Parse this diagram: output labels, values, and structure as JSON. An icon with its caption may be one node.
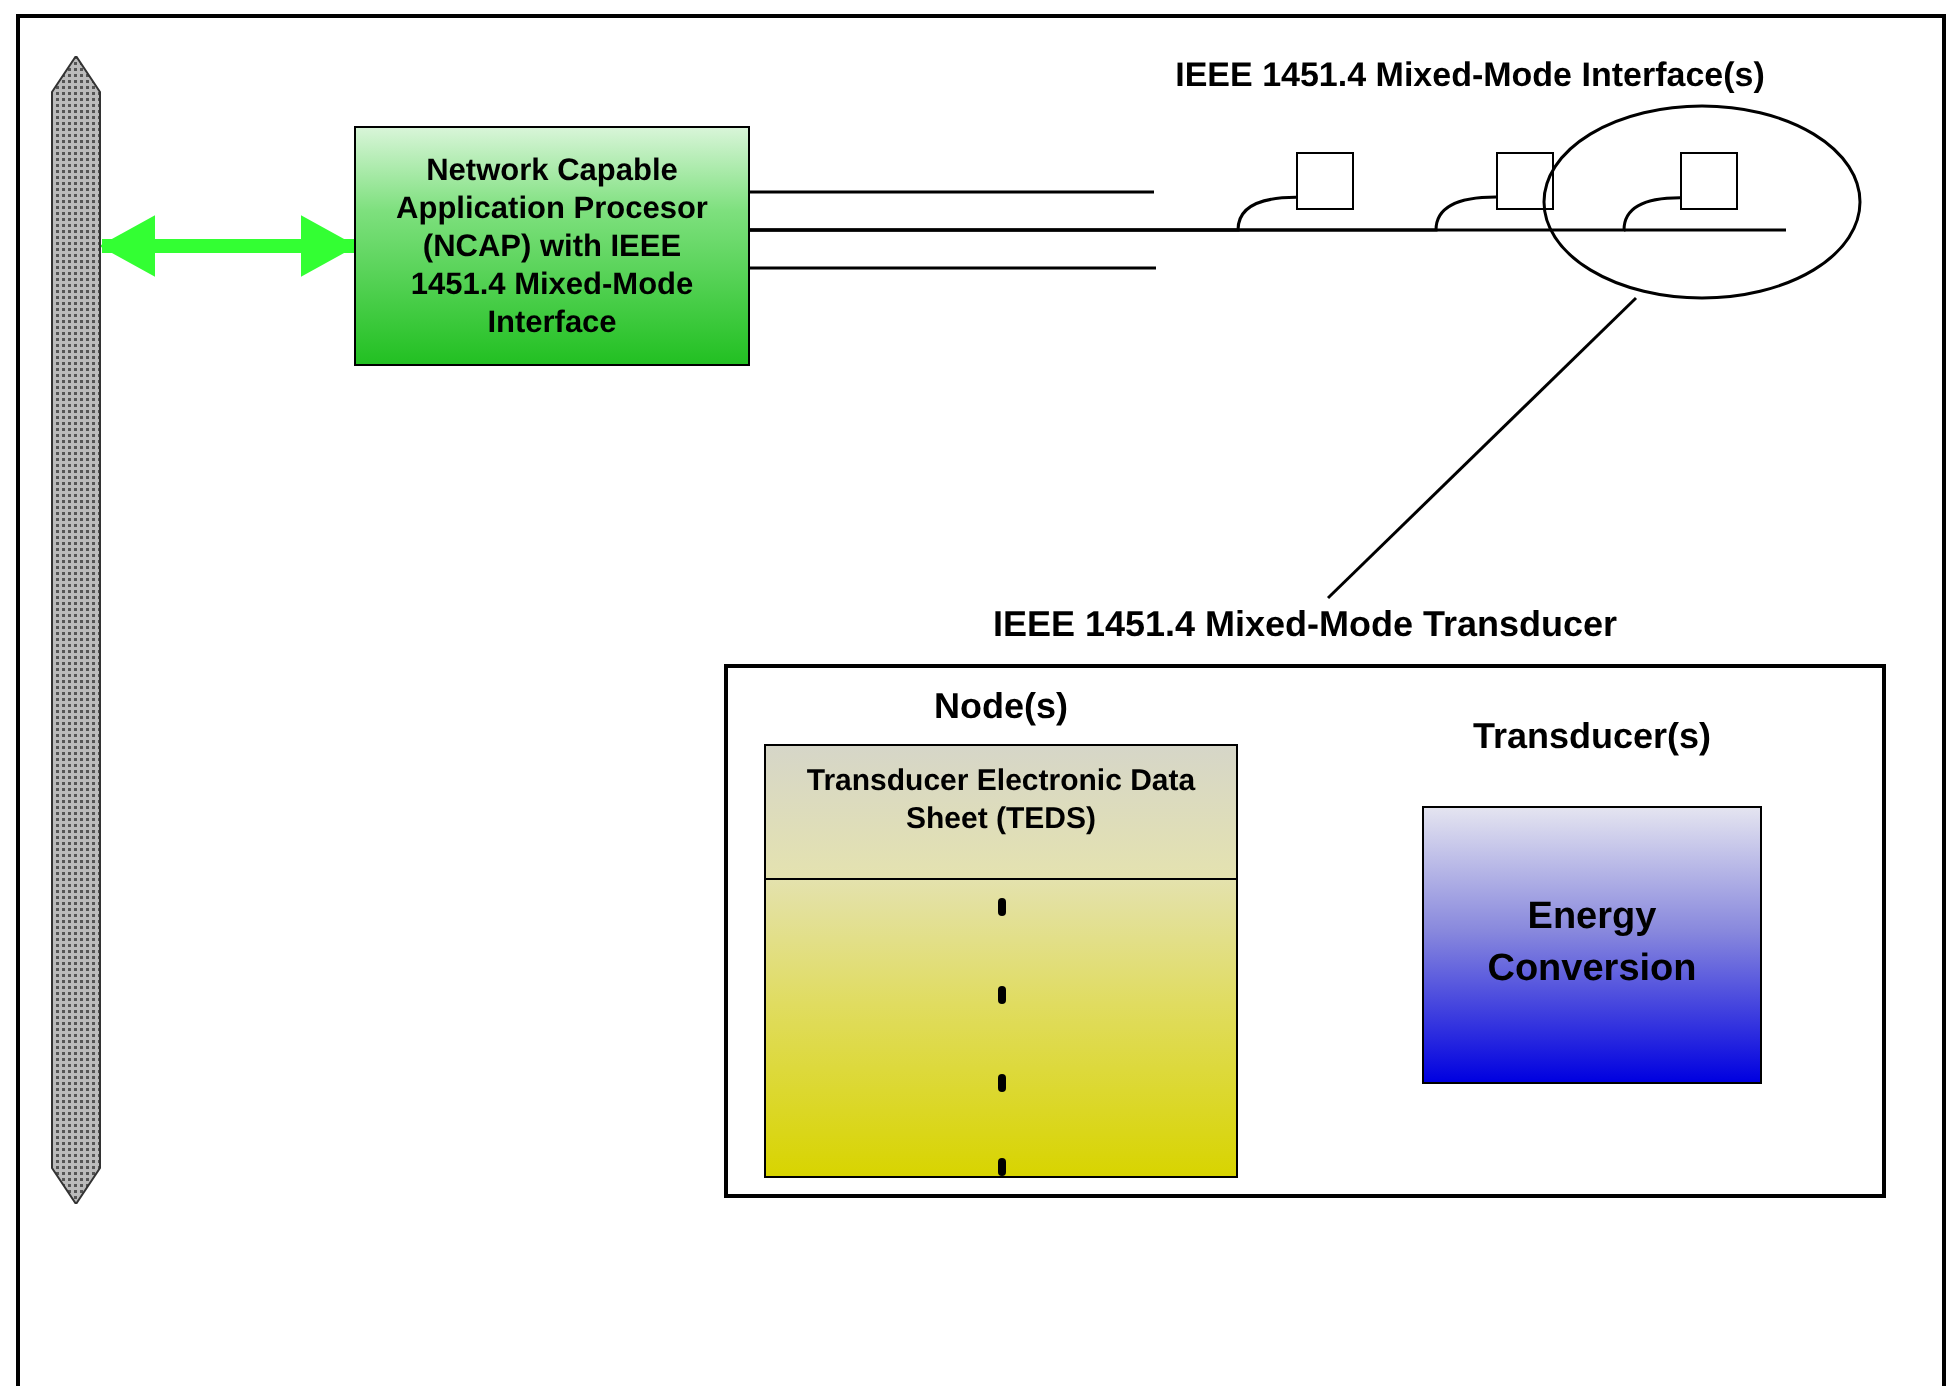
{
  "diagram": {
    "nodes": [
      {
        "text": [],
        "shape": "bar"
      },
      {
        "text": [
          "Network Capable Application Procesor (NCAP) with IEEE 1451.4 Mixed-Mode Interface"
        ]
      },
      {
        "text": [],
        "shape": "box"
      },
      {
        "text": [],
        "shape": "box"
      },
      {
        "text": [],
        "shape": "ellipse"
      },
      {
        "text": [],
        "shape": "box",
        "in": 4
      },
      {
        "text": [
          "IEEE 1451.4 Mixed-Mode Transducer"
        ]
      },
      {
        "text": [
          "Node(s)",
          "Transducer Electronic Data Sheet (TEDS)"
        ],
        "in": 6
      },
      {
        "text": [
          "Transducer(s)",
          "Energy Conversion"
        ],
        "in": 6
      }
    ],
    "edges": [
      {
        "from": 0,
        "to": 1,
        "arrow": "both",
        "style": "thick",
        "color": "#33ff33"
      },
      {
        "from": 1,
        "to": null,
        "arrow": "none"
      },
      {
        "from": 1,
        "to": null,
        "arrow": "none"
      },
      {
        "from": 1,
        "to": 2,
        "arrow": "none"
      },
      {
        "from": 1,
        "to": 3,
        "arrow": "none"
      },
      {
        "from": 1,
        "to": 5,
        "arrow": "none"
      },
      {
        "from": 4,
        "to": 6,
        "arrow": "none"
      }
    ],
    "labels": [
      "IEEE 1451.4 Mixed-Mode Interface(s)"
    ]
  }
}
